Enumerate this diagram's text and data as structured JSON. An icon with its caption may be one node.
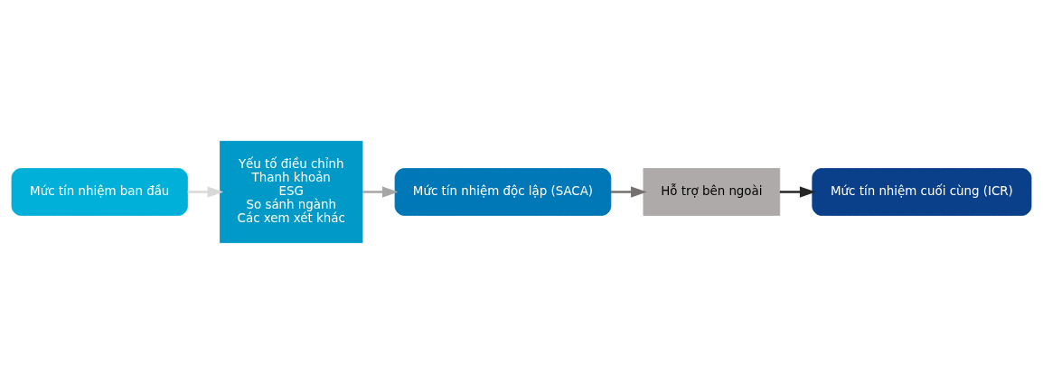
{
  "diagram": {
    "nodes": [
      {
        "text": [
          "Mức tín nhiệm ban đầu"
        ]
      },
      {
        "text": [
          "Yếu tố điều chỉnh",
          "Thanh khoản",
          "ESG",
          "So sánh ngành",
          "Các xem xét khác"
        ]
      },
      {
        "text": [
          "Mức tín nhiệm độc lập (SACA)"
        ]
      },
      {
        "text": [
          "Hỗ trợ bên ngoài"
        ]
      },
      {
        "text": [
          "Mức tín nhiệm cuối cùng (ICR)"
        ]
      }
    ],
    "edges": [
      {
        "from": 0,
        "to": 1,
        "arrow": "to",
        "color": "#d9d9d9"
      },
      {
        "from": 1,
        "to": 2,
        "arrow": "to",
        "color": "#a6a6a6"
      },
      {
        "from": 2,
        "to": 3,
        "arrow": "to",
        "color": "#767171"
      },
      {
        "from": 3,
        "to": 4,
        "arrow": "to",
        "color": "#262626"
      }
    ]
  }
}
